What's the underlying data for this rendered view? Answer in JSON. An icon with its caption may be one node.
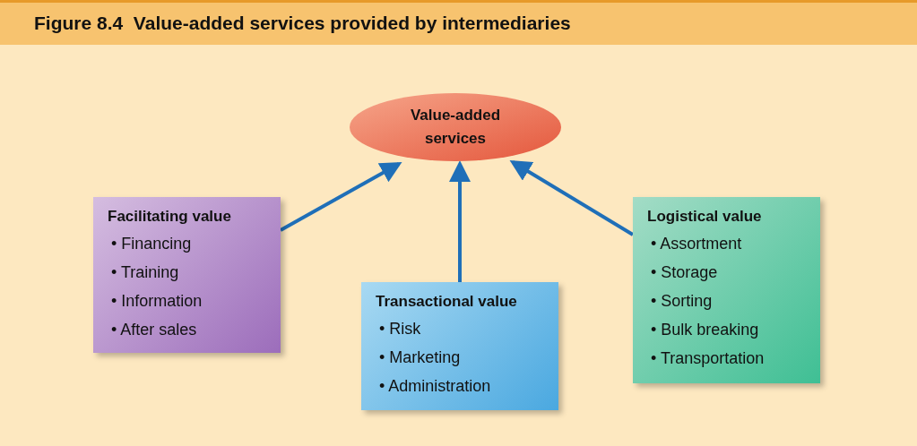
{
  "diagram": {
    "title": "Figure 8.4  Value-added services provided by intermediaries",
    "nodes": [
      {
        "text": [
          "Value-added services"
        ]
      },
      {
        "text": [
          "Facilitating value",
          "• Financing",
          "• Training",
          "• Information",
          "• After sales"
        ]
      },
      {
        "text": [
          "Transactional value",
          "• Risk",
          "• Marketing",
          "• Administration"
        ]
      },
      {
        "text": [
          "Logistical value",
          "• Assortment",
          "• Storage",
          "• Sorting",
          "• Bulk breaking",
          "• Transportation"
        ]
      }
    ],
    "edges": [
      {
        "from": 1,
        "to": 0,
        "arrow": "to"
      },
      {
        "from": 2,
        "to": 0,
        "arrow": "to"
      },
      {
        "from": 3,
        "to": 0,
        "arrow": "to"
      }
    ]
  }
}
